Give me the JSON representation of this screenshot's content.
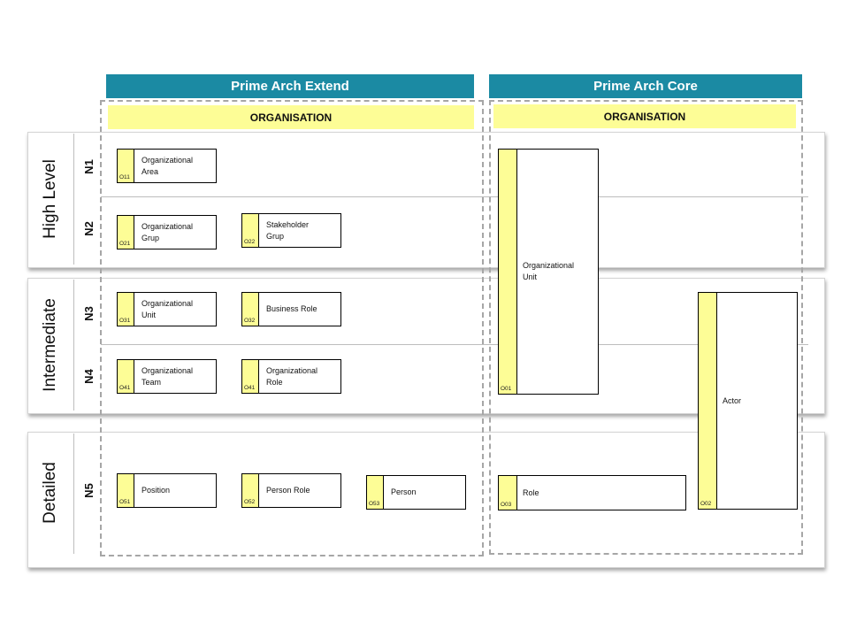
{
  "headers": {
    "extend": "Prime Arch Extend",
    "core": "Prime Arch Core"
  },
  "subheaders": {
    "extend": "ORGANISATION",
    "core": "ORGANISATION"
  },
  "bands": {
    "high": "High Level",
    "intermediate": "Intermediate",
    "detailed": "Detailed"
  },
  "levels": {
    "n1": "N1",
    "n2": "N2",
    "n3": "N3",
    "n4": "N4",
    "n5": "N5"
  },
  "extend_boxes": {
    "o11": {
      "code": "O11",
      "label": "Organizational\nArea"
    },
    "o21": {
      "code": "O21",
      "label": "Organizational\nGrup"
    },
    "o22": {
      "code": "O22",
      "label": "Stakeholder\nGrup"
    },
    "o31": {
      "code": "O31",
      "label": "Organizational\nUnit"
    },
    "o32": {
      "code": "O32",
      "label": "Business Role"
    },
    "o41a": {
      "code": "O41",
      "label": "Organizational\nTeam"
    },
    "o41b": {
      "code": "O41",
      "label": "Organizational\nRole"
    },
    "o51": {
      "code": "O51",
      "label": "Position"
    },
    "o52": {
      "code": "O52",
      "label": "Person Role"
    },
    "o53": {
      "code": "O53",
      "label": "Person"
    }
  },
  "core_boxes": {
    "o01": {
      "code": "O01",
      "label": "Organizational\nUnit"
    },
    "o02": {
      "code": "O02",
      "label": "Actor"
    },
    "o03": {
      "code": "O03",
      "label": "Role"
    }
  },
  "colors": {
    "header": "#1b8aa3",
    "subheader": "#fdfd96",
    "tab": "#fdfd96",
    "dashed": "#a6a6a6"
  }
}
